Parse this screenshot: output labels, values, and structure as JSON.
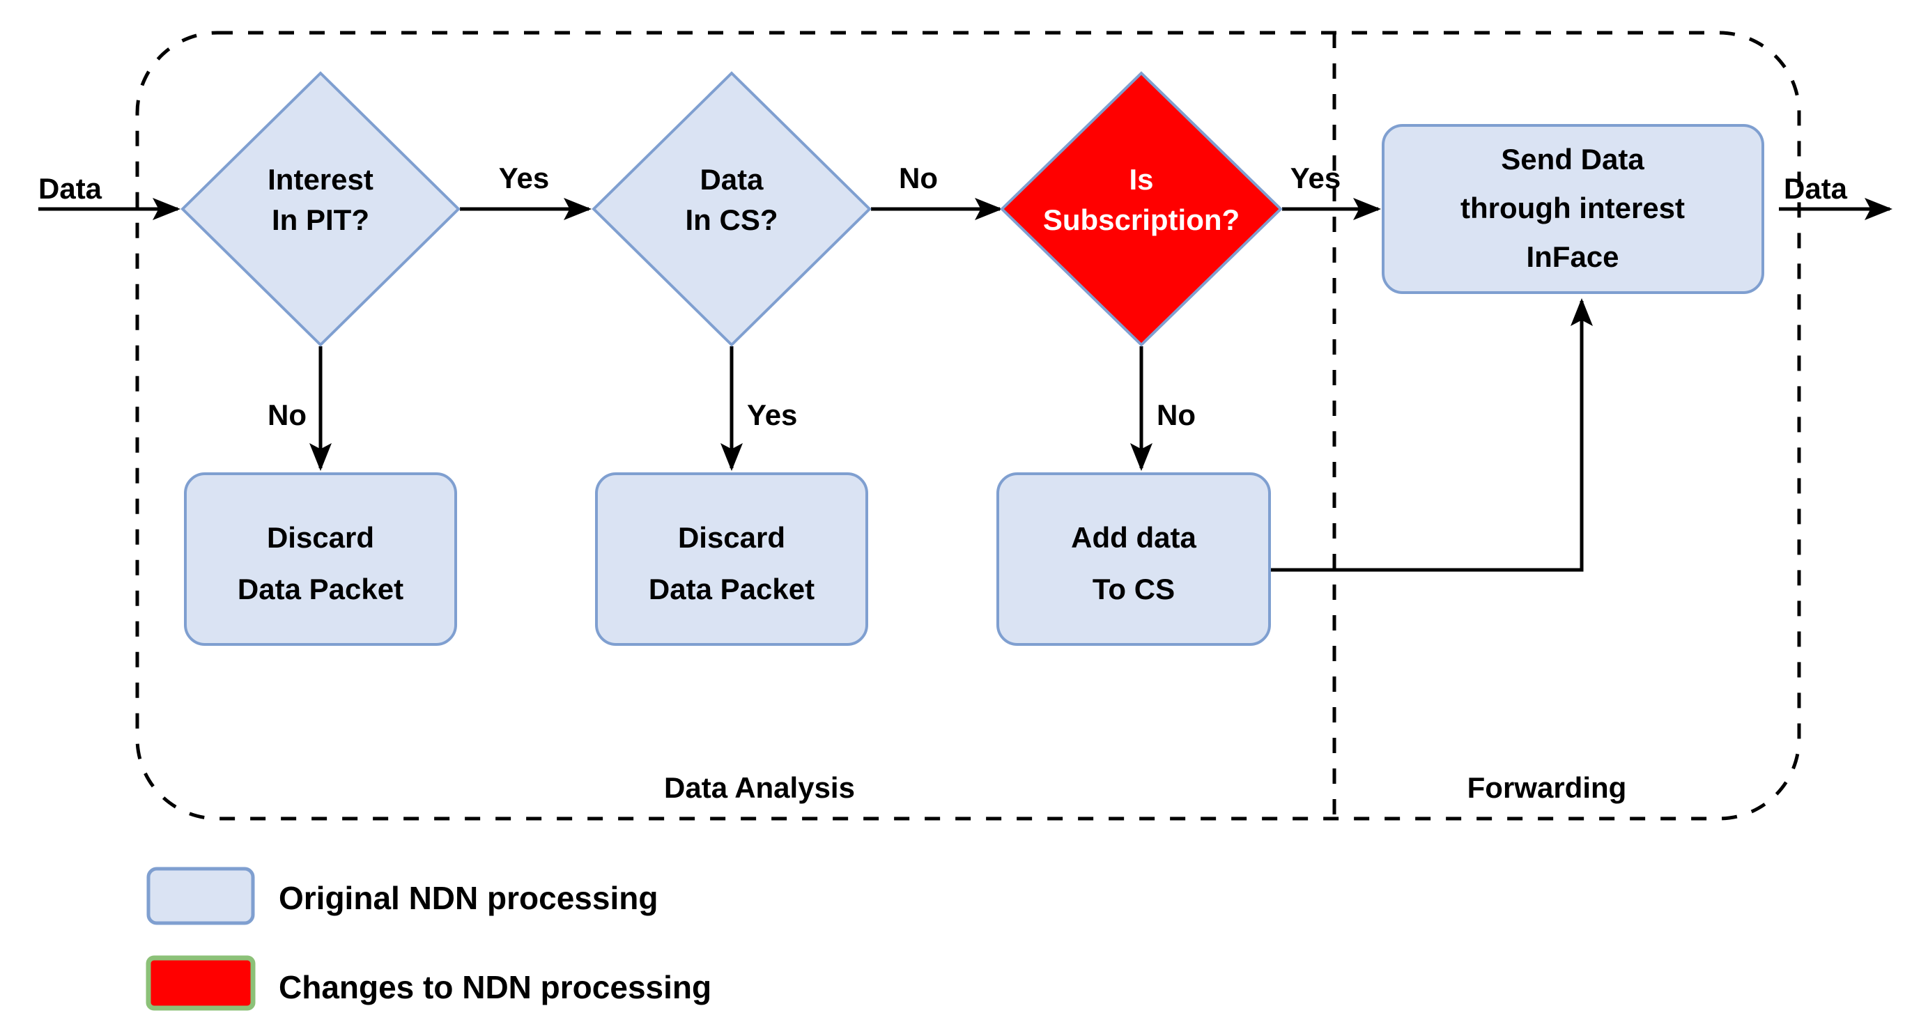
{
  "diagram": {
    "title_text": "",
    "colors": {
      "node_fill_blue": "#dae3f3",
      "node_stroke_blue": "#7f9fd0",
      "node_fill_red": "#ff0000",
      "legend_red_stroke": "#8cc178",
      "connector": "#000000",
      "background": "#ffffff"
    },
    "io": {
      "input_label": "Data",
      "output_label": "Data"
    },
    "nodes": [
      {
        "id": "interest-in-pit",
        "shape": "diamond",
        "color": "blue",
        "line1": "Interest",
        "line2": "In PIT?"
      },
      {
        "id": "data-in-cs",
        "shape": "diamond",
        "color": "blue",
        "line1": "Data",
        "line2": "In CS?"
      },
      {
        "id": "is-subscription",
        "shape": "diamond",
        "color": "red",
        "line1": "Is",
        "line2": "Subscription?"
      },
      {
        "id": "send-data-through-interest-inface",
        "shape": "rounded-rect",
        "color": "blue",
        "line1": "Send Data",
        "line2": "through interest",
        "line3": "InFace"
      },
      {
        "id": "discard-data-packet-1",
        "shape": "rounded-rect",
        "color": "blue",
        "line1": "Discard",
        "line2": "Data Packet"
      },
      {
        "id": "discard-data-packet-2",
        "shape": "rounded-rect",
        "color": "blue",
        "line1": "Discard",
        "line2": "Data Packet"
      },
      {
        "id": "add-data-to-cs",
        "shape": "rounded-rect",
        "color": "blue",
        "line1": "Add data",
        "line2": "To CS"
      }
    ],
    "edge_labels": {
      "pit_yes": "Yes",
      "pit_no": "No",
      "cs_no": "No",
      "cs_yes": "Yes",
      "sub_yes": "Yes",
      "sub_no": "No"
    },
    "zones": [
      {
        "id": "data-analysis",
        "label": "Data Analysis"
      },
      {
        "id": "forwarding",
        "label": "Forwarding"
      }
    ],
    "legend": [
      {
        "id": "original-ndn-processing",
        "swatch": "blue",
        "label": "Original NDN processing"
      },
      {
        "id": "changes-to-ndn-processing",
        "swatch": "red",
        "label": "Changes to NDN processing"
      }
    ]
  }
}
